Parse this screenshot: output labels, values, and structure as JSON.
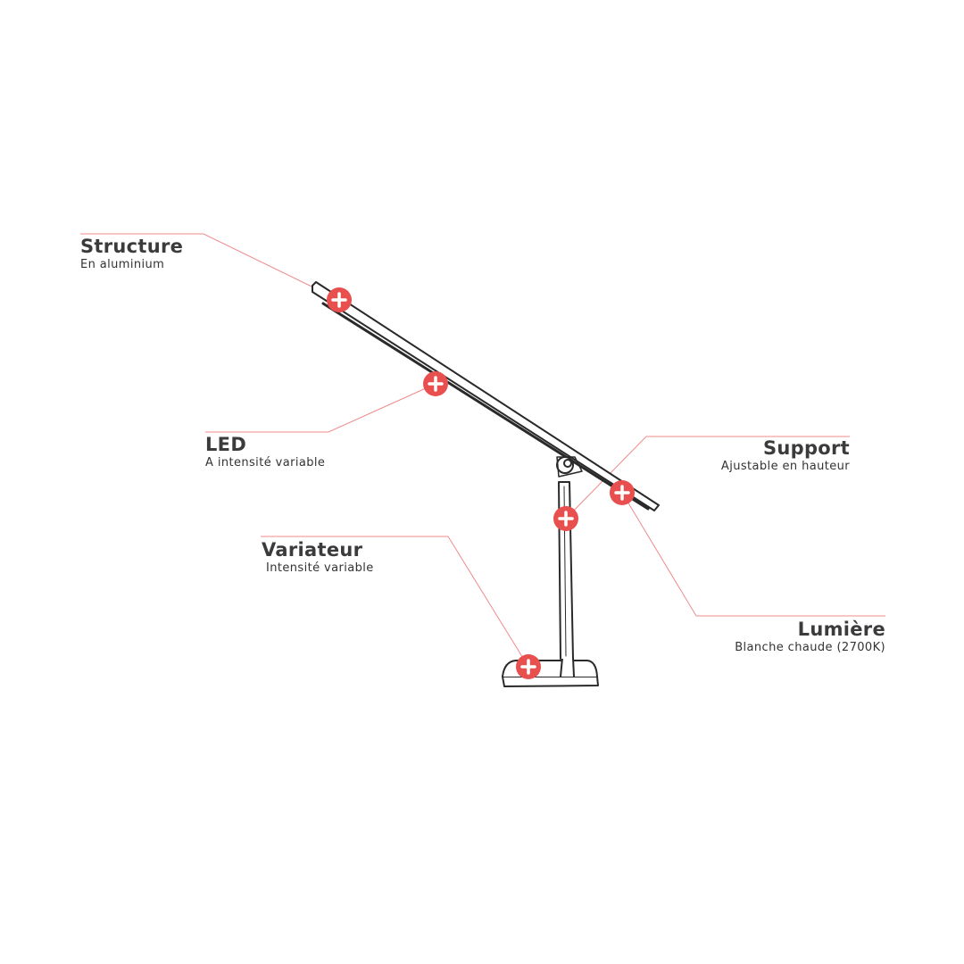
{
  "accent_color": "#e8504f",
  "line_color": "#f08a8a",
  "lamp_stroke_color": "#2a2a2a",
  "hotspot_icon": "plus-icon",
  "labels": {
    "structure": {
      "title": "Structure",
      "subtitle": "En aluminium"
    },
    "led": {
      "title": "LED",
      "subtitle": "A intensité variable"
    },
    "variateur": {
      "title": "Variateur",
      "subtitle": "Intensité variable"
    },
    "support": {
      "title": "Support",
      "subtitle": "Ajustable en hauteur"
    },
    "lumiere": {
      "title": "Lumière",
      "subtitle": "Blanche chaude (2700K)"
    }
  }
}
